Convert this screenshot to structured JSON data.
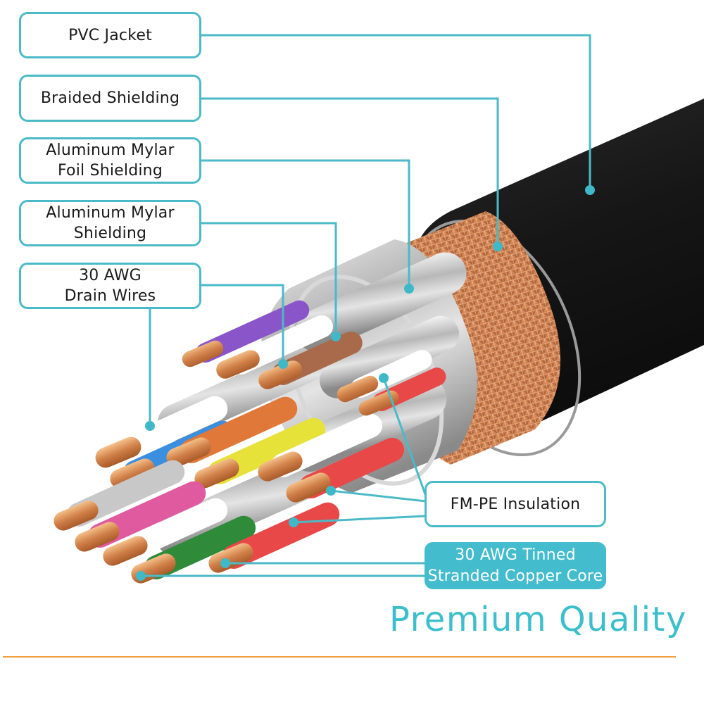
{
  "title": "Cable cross-section layer diagram",
  "accent_color": "#43bccd",
  "rule_color": "#f0a040",
  "labels": [
    {
      "id": "pvc-jacket",
      "lines": [
        "PVC Jacket"
      ]
    },
    {
      "id": "braided-shielding",
      "lines": [
        "Braided Shielding"
      ]
    },
    {
      "id": "aluminum-mylar-foil-shielding",
      "lines": [
        "Aluminum Mylar",
        "Foil Shielding"
      ]
    },
    {
      "id": "aluminum-mylar-shielding",
      "lines": [
        "Aluminum Mylar",
        "Shielding"
      ]
    },
    {
      "id": "drain-wires",
      "lines": [
        "30 AWG",
        "Drain Wires"
      ]
    },
    {
      "id": "fm-pe-insulation",
      "lines": [
        "FM-PE Insulation"
      ]
    },
    {
      "id": "tinned-copper-core",
      "lines": [
        "30 AWG Tinned",
        "Stranded Copper Core"
      ]
    }
  ],
  "headline": "Premium Quality",
  "wire_colors": [
    "#8a55c8",
    "#ffffff",
    "#a86a4a",
    "#3a8fe0",
    "#e0783a",
    "#e6e23a",
    "#e05aa0",
    "#2f8a3a",
    "#e84848",
    "#c8c8c8"
  ]
}
